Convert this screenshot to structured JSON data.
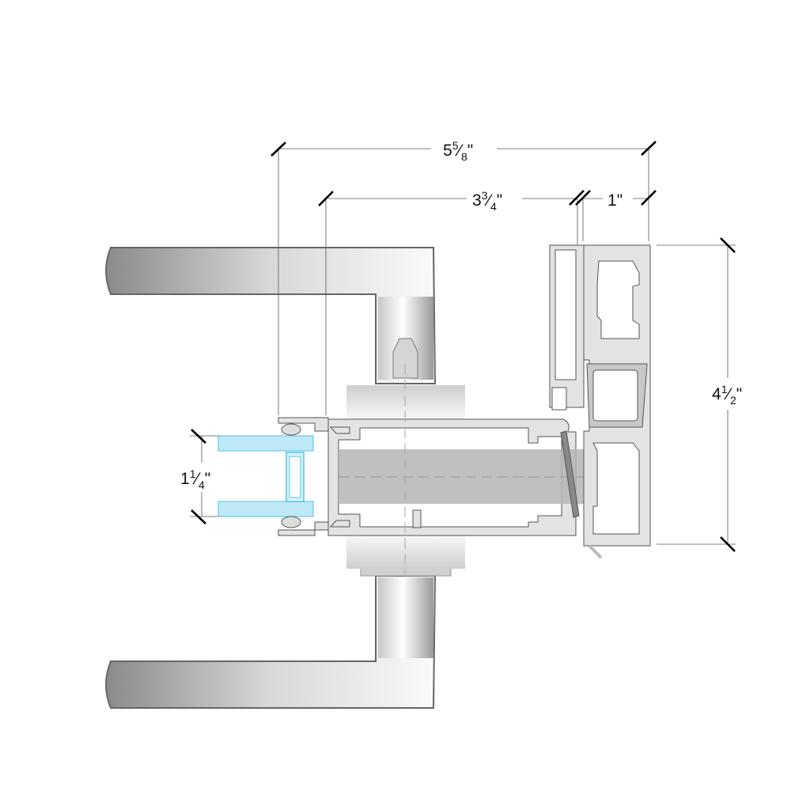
{
  "dimensions": {
    "overall_width": {
      "whole": "5",
      "num": "5",
      "den": "8",
      "unit": "\""
    },
    "door_depth": {
      "whole": "3",
      "num": "3",
      "den": "4",
      "unit": "\""
    },
    "frame_depth": {
      "whole": "1",
      "unit": "\""
    },
    "frame_height": {
      "whole": "4",
      "num": "1",
      "den": "2",
      "unit": "\""
    },
    "glass_thickness": {
      "whole": "1",
      "num": "1",
      "den": "4",
      "unit": "\""
    }
  },
  "colors": {
    "glass": "#bfe9f6",
    "glass_edge": "#4fc3e6",
    "aluminum": "#e3e3e3",
    "lock_body": "#b5b5b5"
  }
}
